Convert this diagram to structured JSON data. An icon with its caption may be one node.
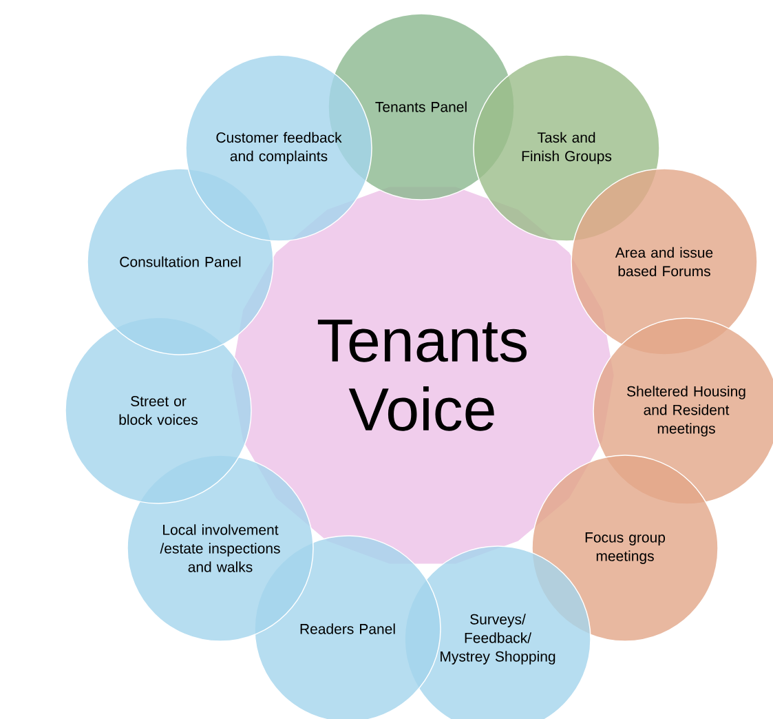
{
  "diagram": {
    "nodes": [
      {
        "text": [
          "Tenants Voice"
        ]
      },
      {
        "text": [
          "Tenants Panel"
        ]
      },
      {
        "text": [
          "Task and Finish Groups"
        ]
      },
      {
        "text": [
          "Area and issue based Forums"
        ]
      },
      {
        "text": [
          "Sheltered Housing and Resident meetings"
        ]
      },
      {
        "text": [
          "Focus group meetings"
        ]
      },
      {
        "text": [
          "Surveys/ Feedback/ Mystrey Shopping"
        ]
      },
      {
        "text": [
          "Readers Panel"
        ]
      },
      {
        "text": [
          "Local involvement /estate inspections and walks"
        ]
      },
      {
        "text": [
          "Street or block voices"
        ]
      },
      {
        "text": [
          "Consultation Panel"
        ]
      },
      {
        "text": [
          "Customer feedback and complaints"
        ]
      }
    ]
  }
}
